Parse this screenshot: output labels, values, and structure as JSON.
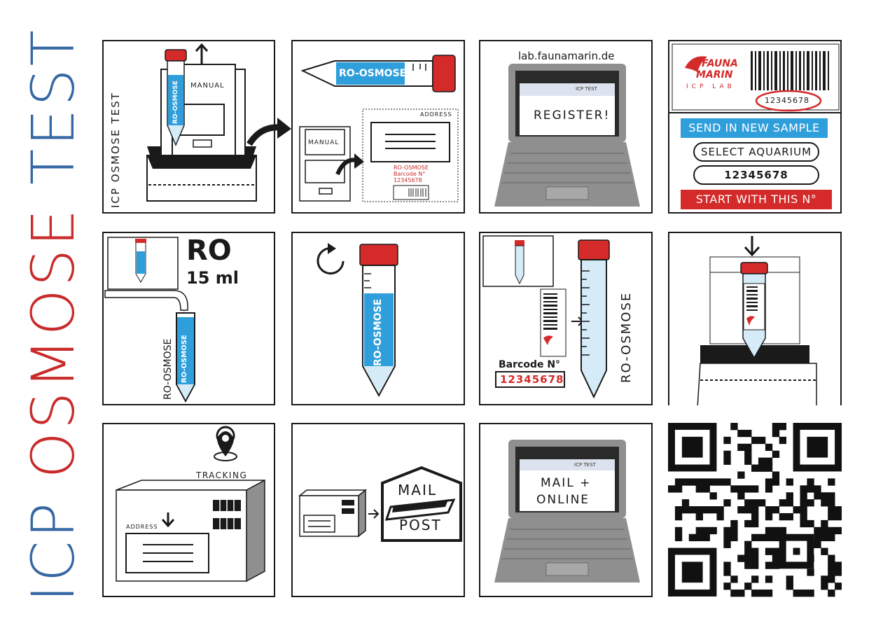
{
  "title": {
    "word1": "ICP",
    "word2": "OSMOSE",
    "word3": "TEST"
  },
  "colors": {
    "blue": "#3567a4",
    "red": "#c92b2b",
    "cap_red": "#d42a2a",
    "tube_blue": "#2f9fdc",
    "laptop_gray": "#8f8f8f"
  },
  "panel1": {
    "side_label": "ICP OSMOSE TEST",
    "box_label": "MANUAL",
    "tube_label": "RO-OSMOSE"
  },
  "panel2": {
    "tube_label": "RO-OSMOSE",
    "box_label": "MANUAL",
    "address_label": "ADDRESS",
    "red_line1": "RO-OSMOSE",
    "red_line2": "Barcode N°",
    "red_line3": "12345678"
  },
  "panel3": {
    "url": "lab.faunamarin.de",
    "screen_tag": "ICP TEST",
    "screen_text": "REGISTER!"
  },
  "panel4": {
    "brand_line1": "FAUNA",
    "brand_line2": "MARIN",
    "brand_line3": "ICP LAB",
    "barcode_number": "12345678",
    "btn_send": "SEND IN NEW SAMPLE",
    "btn_select": "SELECT AQUARIUM",
    "btn_number": "12345678",
    "btn_start": "START WITH THIS N°"
  },
  "panel5": {
    "big": "RO",
    "volume": "15 ml",
    "tube_label": "RO-OSMOSE",
    "side_label": "RO-OSMOSE"
  },
  "panel6": {
    "tube_label": "RO-OSMOSE"
  },
  "panel7": {
    "barcode_label": "Barcode N°",
    "barcode_number": "12345678",
    "tube_side_label": "RO-OSMOSE"
  },
  "panel9": {
    "tracking": "TRACKING",
    "address": "ADDRESS"
  },
  "panel10": {
    "mail": "MAIL",
    "post": "POST"
  },
  "panel11": {
    "screen_tag": "ICP TEST",
    "line1": "MAIL +",
    "line2": "ONLINE"
  },
  "qr": {
    "icon": "qr-code-icon"
  }
}
